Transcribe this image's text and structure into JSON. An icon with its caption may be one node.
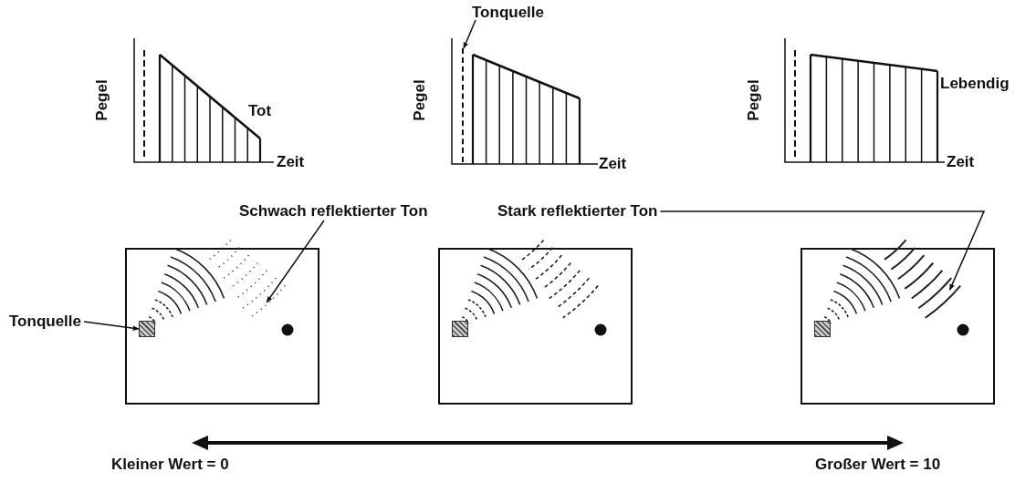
{
  "diagram": {
    "nodes": [
      {
        "text": [
          "Tonquelle"
        ]
      },
      {
        "text": [],
        "shape": "bar"
      },
      {
        "text": [
          "Schwach reflektierter Ton"
        ]
      },
      {
        "text": [
          "Stark reflektierter Ton"
        ]
      },
      {
        "text": [],
        "shape": "box"
      },
      {
        "text": [],
        "shape": "picture",
        "in": 4
      },
      {
        "text": [],
        "shape": "box",
        "in": 4
      },
      {
        "text": [
          "Tonquelle"
        ]
      },
      {
        "text": [],
        "shape": "box"
      },
      {
        "text": [],
        "shape": "box"
      },
      {
        "text": [],
        "shape": "picture",
        "in": 9
      },
      {
        "text": [],
        "shape": "box",
        "in": 8
      },
      {
        "text": [],
        "shape": "box",
        "in": 9
      }
    ],
    "edges": [
      {
        "from": 0,
        "to": 1,
        "arrow": "to"
      },
      {
        "from": 2,
        "to": 5,
        "arrow": "to"
      },
      {
        "from": 3,
        "to": 10,
        "arrow": "to"
      },
      {
        "from": 7,
        "to": 6,
        "arrow": "to"
      }
    ],
    "labels": [
      "Pegel",
      "Tot",
      "Zeit",
      "Pegel",
      "Zeit",
      "Lebendig",
      "Pegel",
      "Zeit",
      "Kleiner Wert = 0",
      "Großer Wert = 10"
    ]
  }
}
